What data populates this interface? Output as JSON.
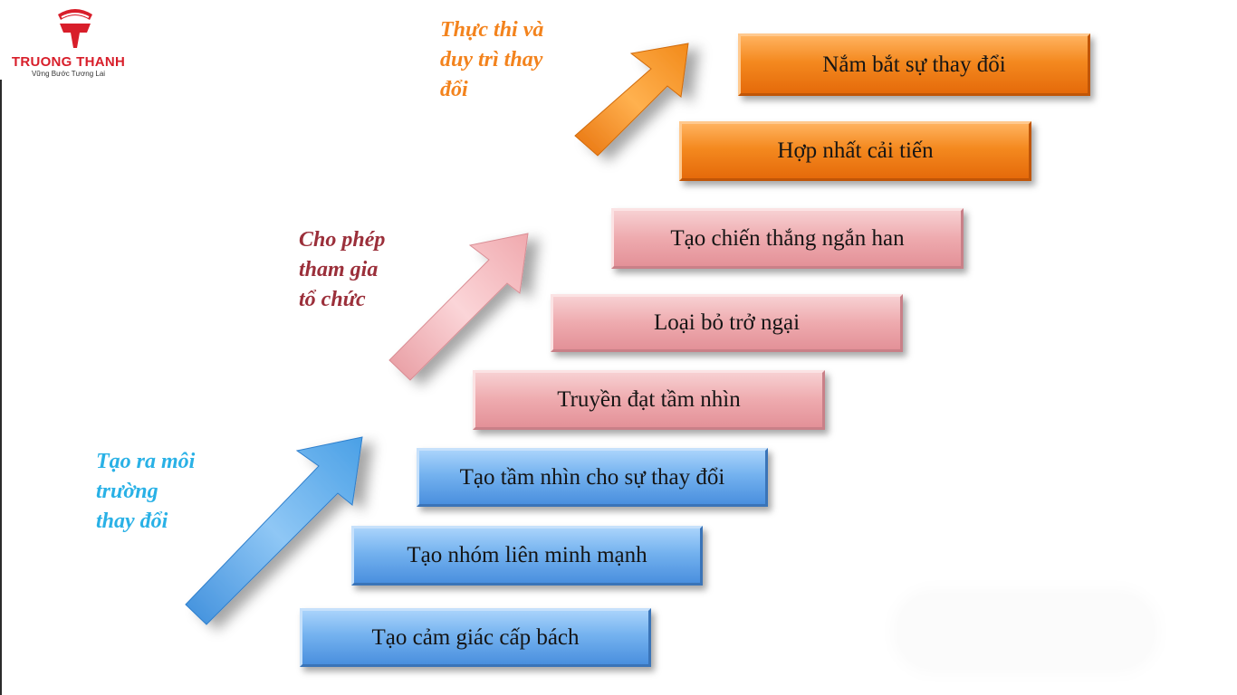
{
  "logo": {
    "name": "TRUONG THANH",
    "tagline": "Vững Bước Tương Lai",
    "color": "#d81e2a"
  },
  "phases": [
    {
      "lines": [
        "Tạo ra môi",
        "trường",
        "thay đổi"
      ],
      "color": "#29b1e6"
    },
    {
      "lines": [
        "Cho phép",
        "tham gia",
        "tổ chức"
      ],
      "color": "#9b2f3a"
    },
    {
      "lines": [
        "Thực thi và",
        "duy trì thay",
        "đổi"
      ],
      "color": "#f3831d"
    }
  ],
  "steps": [
    {
      "label": "Tạo cảm giác cấp bách",
      "color": "blue"
    },
    {
      "label": "Tạo nhóm liên minh mạnh",
      "color": "blue"
    },
    {
      "label": "Tạo tầm nhìn cho sự thay đổi",
      "color": "blue"
    },
    {
      "label": "Truyền  đạt tầm nhìn",
      "color": "pink"
    },
    {
      "label": "Loại bỏ trở ngại",
      "color": "pink"
    },
    {
      "label": "Tạo chiến thắng ngắn  han",
      "color": "pink"
    },
    {
      "label": "Hợp nhất cải tiến",
      "color": "orange"
    },
    {
      "label": "Nắm bắt sự thay đổi",
      "color": "orange"
    }
  ],
  "colors": {
    "blue": "#5b9fe6",
    "pink": "#eeaaae",
    "orange": "#f4891f"
  }
}
